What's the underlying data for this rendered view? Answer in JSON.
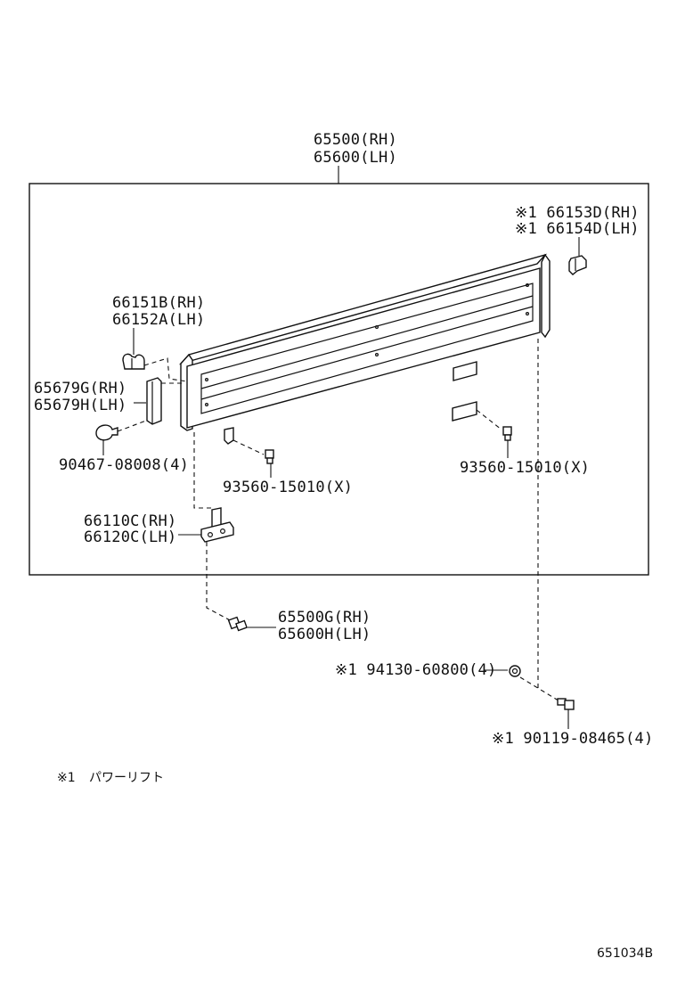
{
  "labels": {
    "gate_rh": "65500(RH)",
    "gate_lh": "65600(LH)",
    "bracket_top_rh": "※1  66153D(RH)",
    "bracket_top_lh": "※1  66154D(LH)",
    "clip_rh": "66151B(RH)",
    "clip_lh": "66152A(LH)",
    "stay_rh": "65679G(RH)",
    "stay_lh": "65679H(LH)",
    "grommet": "90467-08008(4)",
    "nut_left": "93560-15010(X)",
    "nut_right": "93560-15010(X)",
    "hinge_rh": "66110C(RH)",
    "hinge_lh": "66120C(LH)",
    "bolt_rh": "65500G(RH)",
    "bolt_lh": "65600H(LH)",
    "nut_power": "※1  94130-60800(4)",
    "bolt_power": "※1 90119-08465(4)"
  },
  "footnote": {
    "mark": "※1",
    "text": "パワーリフト"
  },
  "figure_id": "651034B"
}
